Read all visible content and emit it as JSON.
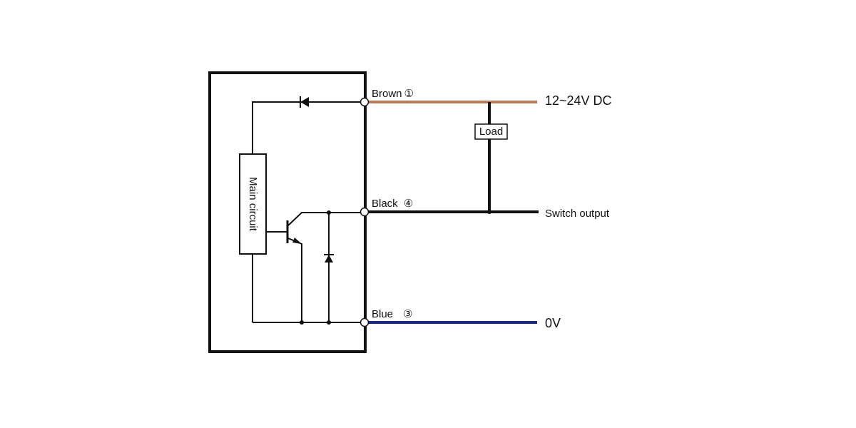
{
  "diagram": {
    "main_circuit_label": "Main circuit",
    "load_label": "Load",
    "wires": {
      "brown": {
        "label": "Brown",
        "pin": "①",
        "color": "#b87a5a",
        "signal": "12~24V DC"
      },
      "black": {
        "label": "Black",
        "pin": "④",
        "color": "#111111",
        "signal": "Switch output"
      },
      "blue": {
        "label": "Blue",
        "pin": "③",
        "color": "#1c2a7a",
        "signal": "0V"
      }
    }
  }
}
